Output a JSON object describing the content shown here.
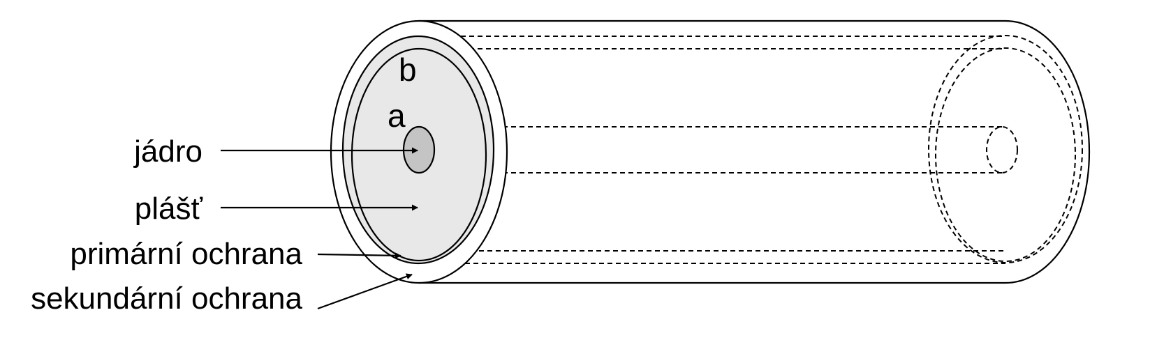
{
  "labels": {
    "a": "a",
    "b": "b",
    "core": "jádro",
    "cladding": "plášť",
    "primary_coating": "primární ochrana",
    "secondary_coating": "sekundární ochrana"
  },
  "colors": {
    "line": "#000000",
    "cladding_fill": "#e8e8e8",
    "core_fill": "#c4c4c4",
    "background": "#ffffff"
  }
}
